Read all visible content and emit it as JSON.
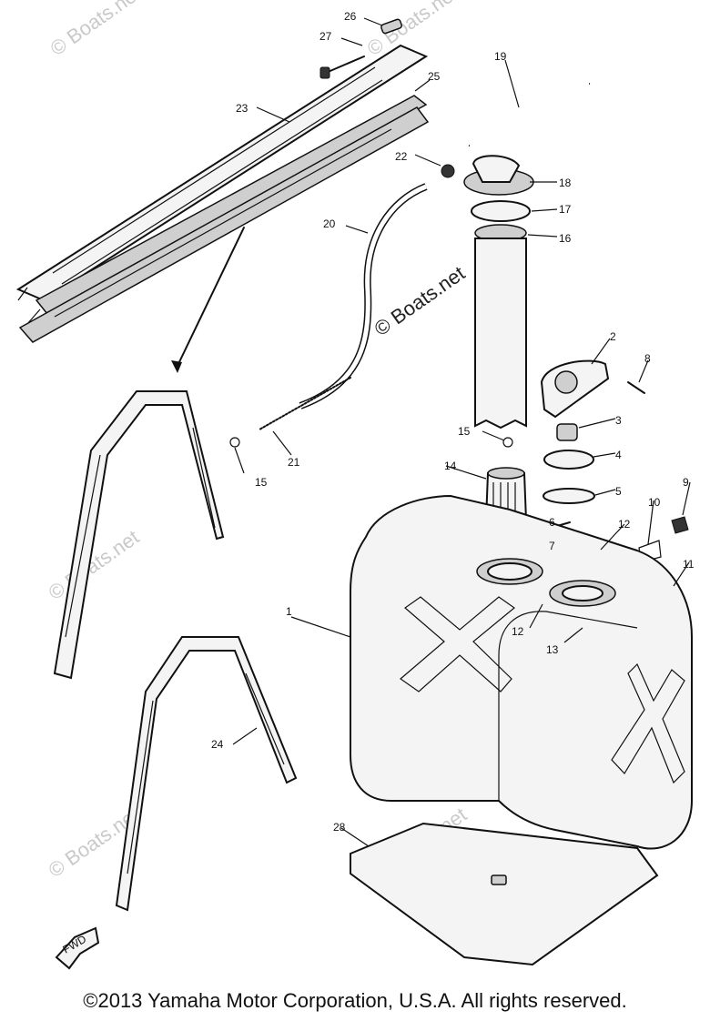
{
  "watermarks": {
    "center": "© Boats.net",
    "faded": "© Boats.net"
  },
  "labels": [
    {
      "id": "1",
      "text": "1"
    },
    {
      "id": "2",
      "text": "2"
    },
    {
      "id": "3",
      "text": "3"
    },
    {
      "id": "4",
      "text": "4"
    },
    {
      "id": "5",
      "text": "5"
    },
    {
      "id": "6",
      "text": "6"
    },
    {
      "id": "7",
      "text": "7"
    },
    {
      "id": "8",
      "text": "8"
    },
    {
      "id": "9",
      "text": "9"
    },
    {
      "id": "10",
      "text": "10"
    },
    {
      "id": "11",
      "text": "11"
    },
    {
      "id": "12a",
      "text": "12"
    },
    {
      "id": "12b",
      "text": "12"
    },
    {
      "id": "13",
      "text": "13"
    },
    {
      "id": "14",
      "text": "14"
    },
    {
      "id": "15a",
      "text": "15"
    },
    {
      "id": "15b",
      "text": "15"
    },
    {
      "id": "16",
      "text": "16"
    },
    {
      "id": "17",
      "text": "17"
    },
    {
      "id": "18",
      "text": "18"
    },
    {
      "id": "19",
      "text": "19"
    },
    {
      "id": "20",
      "text": "20"
    },
    {
      "id": "21",
      "text": "21"
    },
    {
      "id": "22",
      "text": "22"
    },
    {
      "id": "23",
      "text": "23"
    },
    {
      "id": "24",
      "text": "24"
    },
    {
      "id": "25",
      "text": "25"
    },
    {
      "id": "26",
      "text": "26"
    },
    {
      "id": "27",
      "text": "27"
    },
    {
      "id": "28",
      "text": "28"
    }
  ],
  "fwd_label": "FWD",
  "copyright": "©2013 Yamaha Motor Corporation, U.S.A. All rights reserved."
}
